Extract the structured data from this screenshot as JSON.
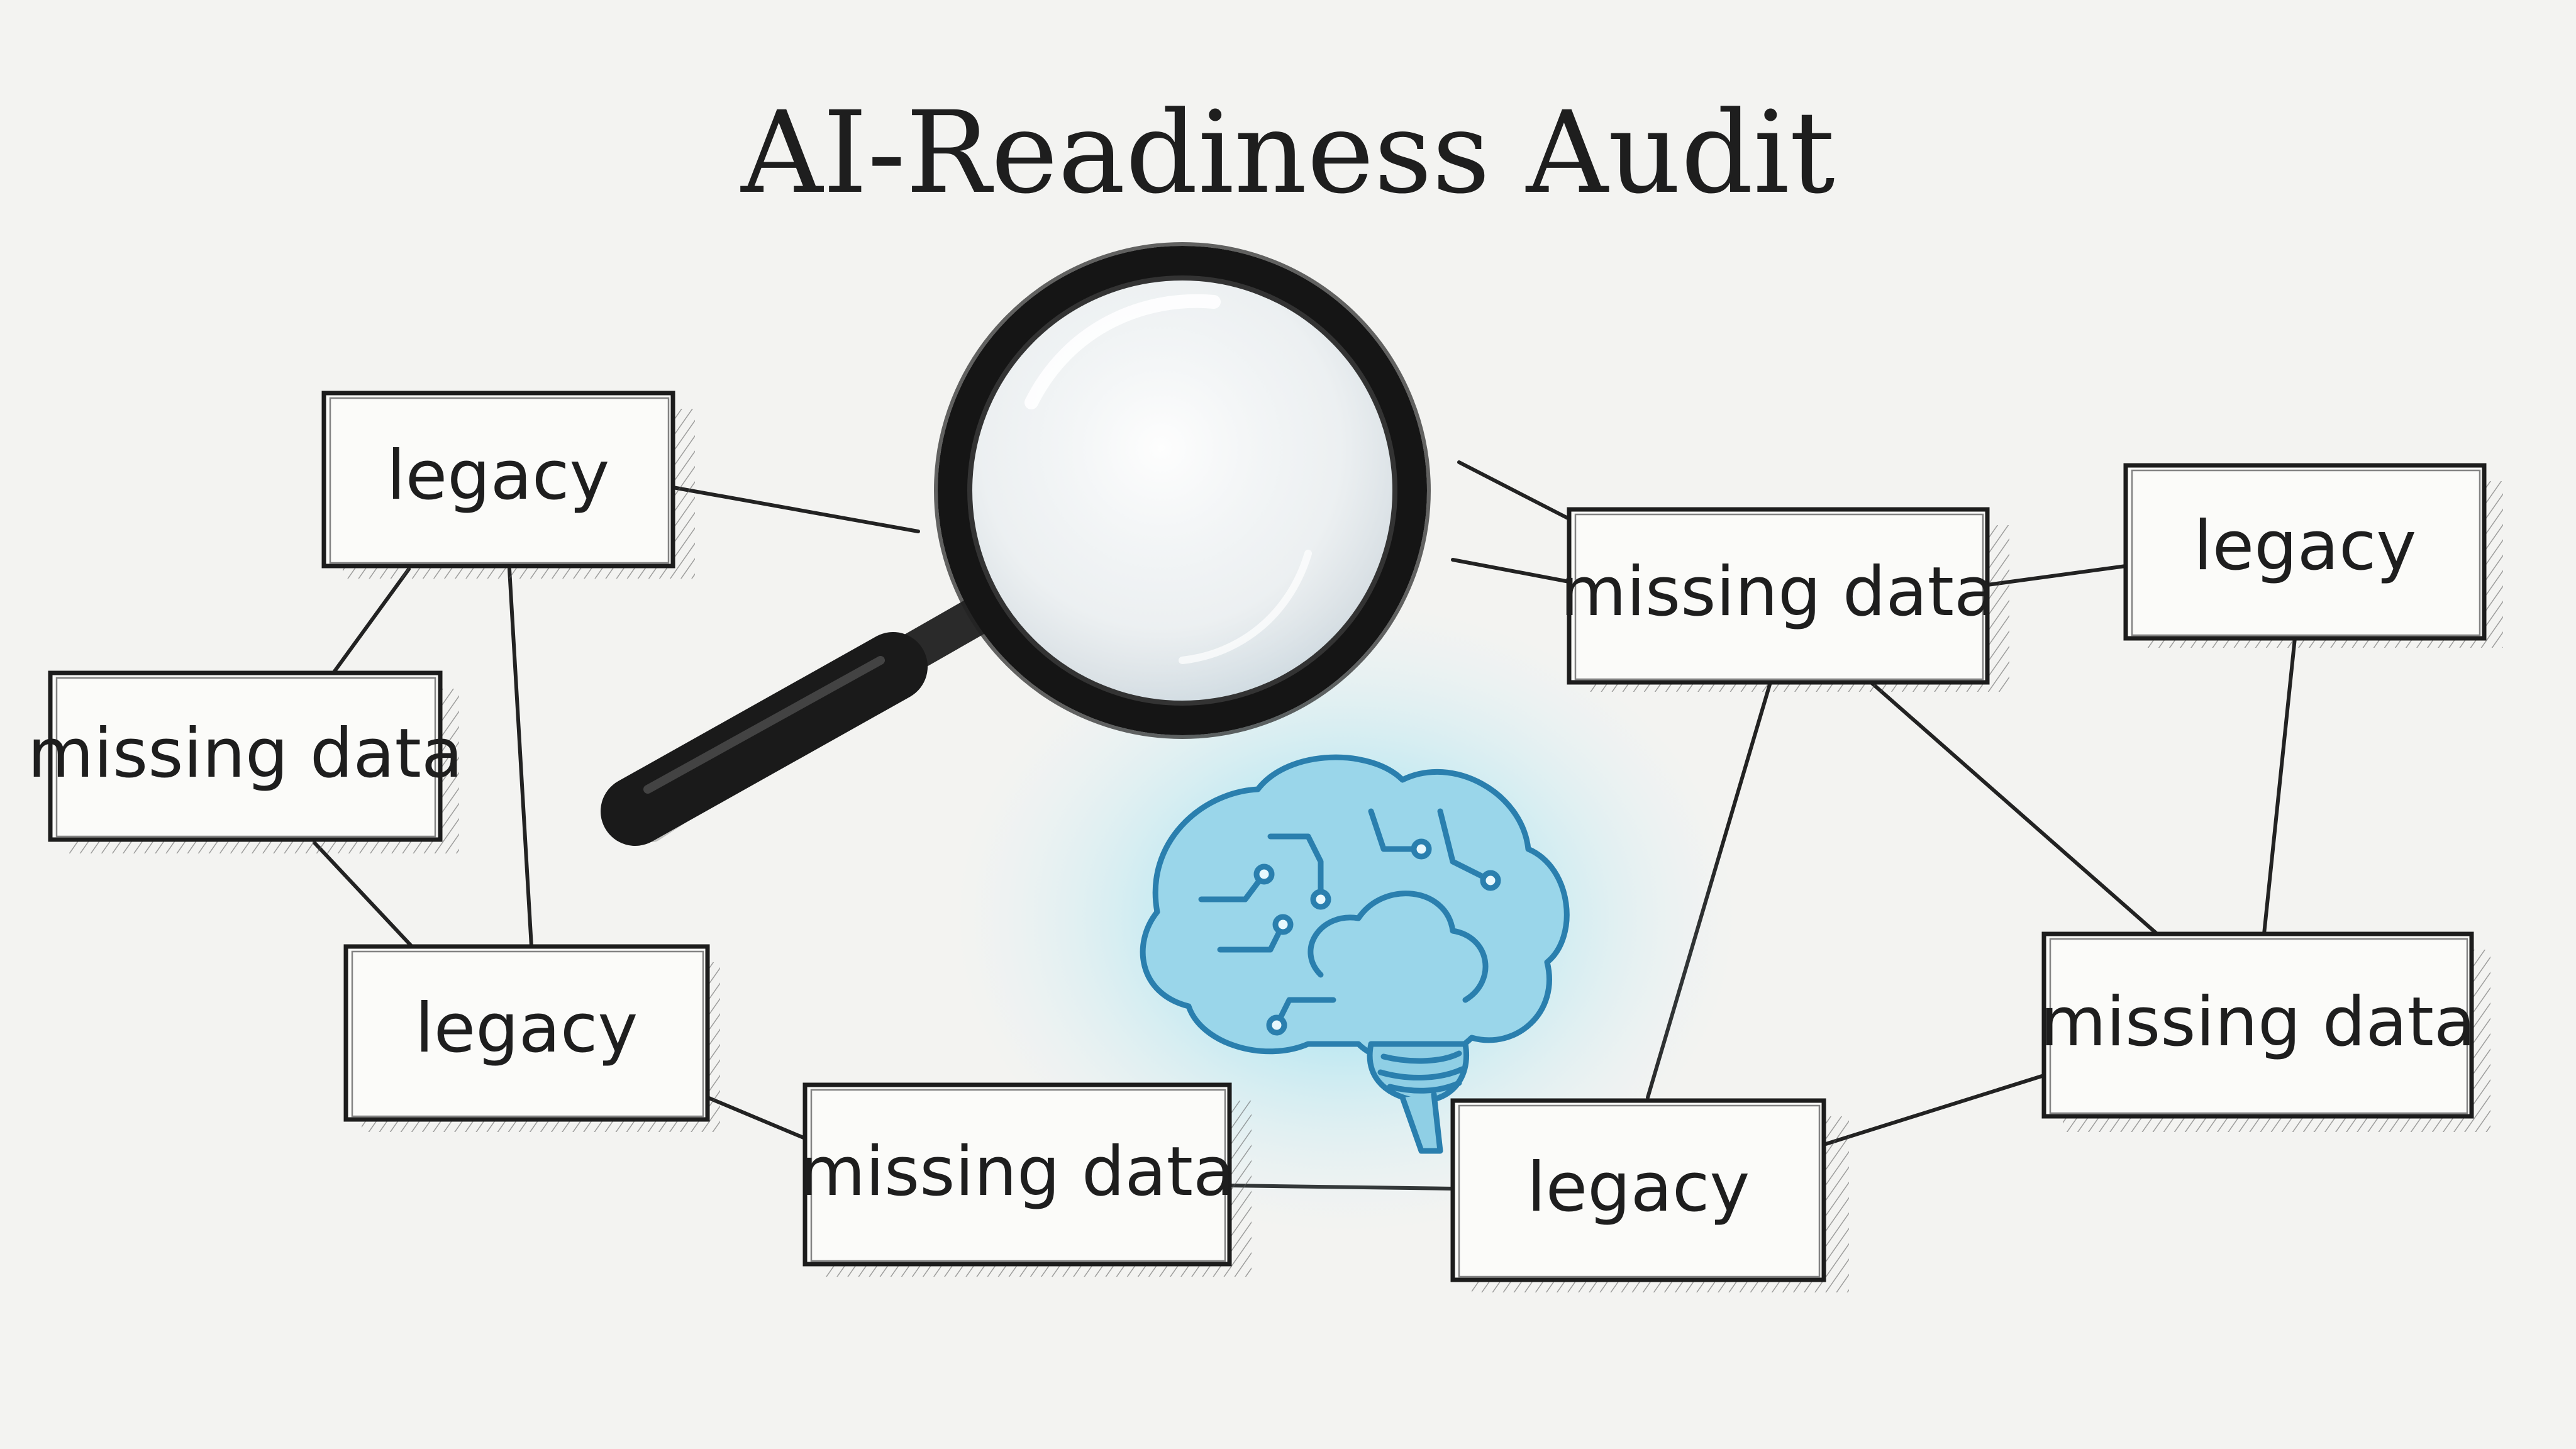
{
  "title": "AI-Readiness Audit",
  "nodes": [
    {
      "id": "n1",
      "label": "legacy"
    },
    {
      "id": "n2",
      "label": "missing data"
    },
    {
      "id": "n3",
      "label": "legacy"
    },
    {
      "id": "n4",
      "label": "missing data"
    },
    {
      "id": "n5",
      "label": "missing data"
    },
    {
      "id": "n6",
      "label": "legacy"
    },
    {
      "id": "n7",
      "label": "legacy"
    },
    {
      "id": "n8",
      "label": "missing data"
    }
  ],
  "icons": {
    "magnifier": "magnifying-glass-icon",
    "brain": "circuit-brain-icon"
  },
  "colors": {
    "ink": "#1e1e1e",
    "paper": "#f3f3f1",
    "brain_glow": "#5fd0ee",
    "brain_stroke": "#2a7fae"
  }
}
